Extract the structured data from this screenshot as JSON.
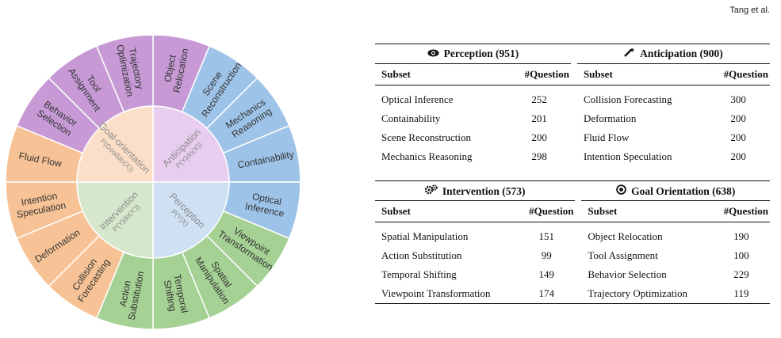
{
  "header": {
    "author": "Tang et al."
  },
  "wheel": {
    "inner": [
      {
        "name": "Anticipation",
        "formula": "P(Y|do(X))",
        "color": "#e8cdee"
      },
      {
        "name": "Perception",
        "formula": "P(Y|X)",
        "color": "#cfe0f3"
      },
      {
        "name": "Intervention",
        "formula": "P(Y|do(X'))",
        "color": "#d5e8cc"
      },
      {
        "name": "Goal-orientation",
        "formula": "P(Goal|do(X))",
        "color": "#fbdfc8"
      }
    ],
    "outer": [
      {
        "lines": [
          "Object",
          "Relocation"
        ],
        "group": 0
      },
      {
        "lines": [
          "Scene",
          "Reconstruction"
        ],
        "group": 1
      },
      {
        "lines": [
          "Mechanics",
          "Reasoning"
        ],
        "group": 1
      },
      {
        "lines": [
          "Containability"
        ],
        "group": 1
      },
      {
        "lines": [
          "Optical",
          "Inference"
        ],
        "group": 1
      },
      {
        "lines": [
          "Viewpoint",
          "Transformation"
        ],
        "group": 2
      },
      {
        "lines": [
          "Spatial",
          "Manipulation"
        ],
        "group": 2
      },
      {
        "lines": [
          "Temporal",
          "Shifting"
        ],
        "group": 2
      },
      {
        "lines": [
          "Action",
          "Substitution"
        ],
        "group": 2
      },
      {
        "lines": [
          "Collision",
          "Forecasting"
        ],
        "group": 3
      },
      {
        "lines": [
          "Deformation"
        ],
        "group": 3
      },
      {
        "lines": [
          "Intention",
          "Speculation"
        ],
        "group": 3
      },
      {
        "lines": [
          "Fluid Flow"
        ],
        "group": 3
      },
      {
        "lines": [
          "Behavior",
          "Selection"
        ],
        "group": 0
      },
      {
        "lines": [
          "Tool",
          "Assignment"
        ],
        "group": 0
      },
      {
        "lines": [
          "Trajectory",
          "Optimization"
        ],
        "group": 0
      }
    ],
    "outer_colors": [
      "#c79ad6",
      "#9ec3e8",
      "#a6d195",
      "#f7c396"
    ]
  },
  "tables": {
    "perception": {
      "icon": "eye-icon",
      "title": "Perception (951)",
      "rows": [
        [
          "Optical Inference",
          "252"
        ],
        [
          "Containability",
          "201"
        ],
        [
          "Scene Reconstruction",
          "200"
        ],
        [
          "Mechanics Reasoning",
          "298"
        ]
      ]
    },
    "anticipation": {
      "icon": "magic-wand-icon",
      "title": "Anticipation (900)",
      "rows": [
        [
          "Collision Forecasting",
          "300"
        ],
        [
          "Deformation",
          "200"
        ],
        [
          "Fluid Flow",
          "200"
        ],
        [
          "Intention Speculation",
          "200"
        ]
      ]
    },
    "intervention": {
      "icon": "gears-icon",
      "title": "Intervention (573)",
      "rows": [
        [
          "Spatial Manipulation",
          "151"
        ],
        [
          "Action Substitution",
          "99"
        ],
        [
          "Temporal Shifting",
          "149"
        ],
        [
          "Viewpoint Transformation",
          "174"
        ]
      ]
    },
    "goal": {
      "icon": "target-icon",
      "title": "Goal Orientation (638)",
      "rows": [
        [
          "Object Relocation",
          "190"
        ],
        [
          "Tool Assignment",
          "100"
        ],
        [
          "Behavior Selection",
          "229"
        ],
        [
          "Trajectory Optimization",
          "119"
        ]
      ]
    },
    "col_subset": "Subset",
    "col_question": "#Question"
  }
}
